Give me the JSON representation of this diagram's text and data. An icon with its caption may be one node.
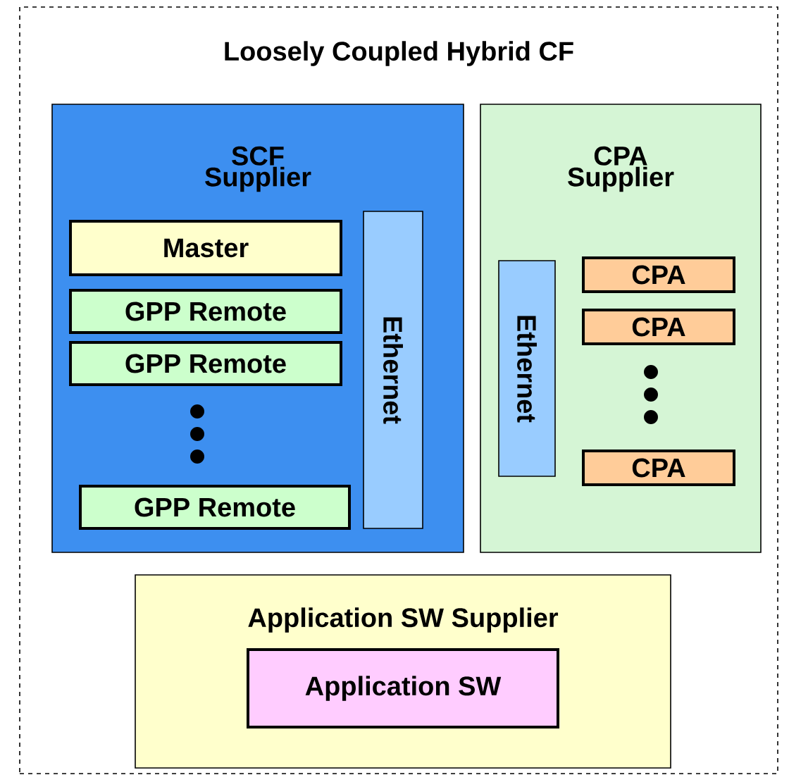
{
  "diagram": {
    "nodes": [
      {
        "text": [
          "Loosely Coupled Hybrid CF"
        ]
      },
      {
        "text": [
          "SCF Supplier"
        ],
        "in": 0
      },
      {
        "text": [
          "Master"
        ],
        "in": 1
      },
      {
        "text": [
          "GPP Remote"
        ],
        "in": 1
      },
      {
        "text": [
          "GPP Remote"
        ],
        "in": 1
      },
      {
        "text": [
          "GPP Remote"
        ],
        "in": 1
      },
      {
        "text": [
          "Ethernet"
        ],
        "in": 1
      },
      {
        "text": [
          "CPA Supplier"
        ],
        "in": 0
      },
      {
        "text": [
          "Ethernet"
        ],
        "in": 7
      },
      {
        "text": [
          "CPA"
        ],
        "in": 7
      },
      {
        "text": [
          "CPA"
        ],
        "in": 7
      },
      {
        "text": [
          "CPA"
        ],
        "in": 7
      },
      {
        "text": [
          "Application SW Supplier"
        ],
        "in": 0
      },
      {
        "text": [
          "Application SW"
        ],
        "in": 12
      }
    ]
  }
}
